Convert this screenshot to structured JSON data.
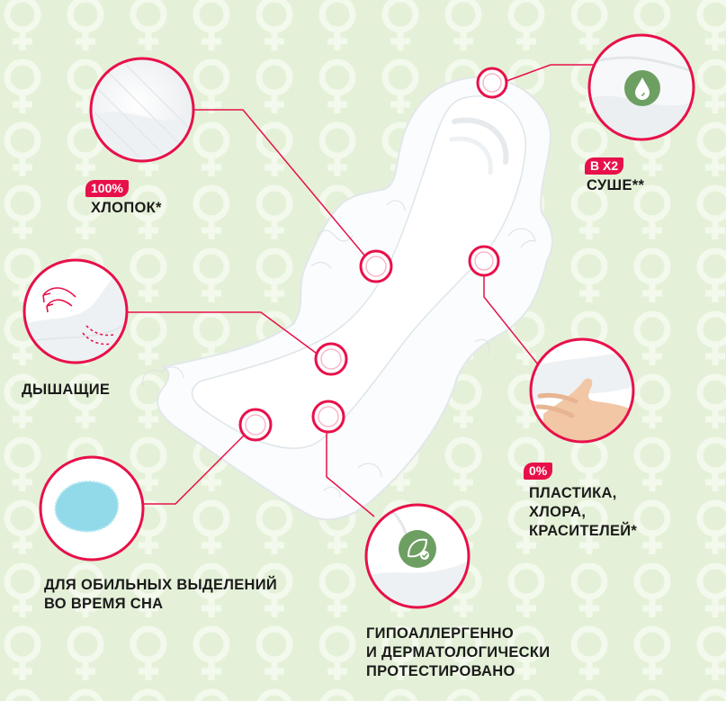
{
  "features": {
    "cotton": {
      "badge": "100%",
      "text": "ХЛОПОК*",
      "icon": "cotton-texture-closeup"
    },
    "dry": {
      "badge": "В Х2",
      "text": "СУШЕ**",
      "icon": "water-drop-icon"
    },
    "breathable": {
      "text": "ДЫШАЩИЕ",
      "icon": "airflow-arrows-icon"
    },
    "no_plastic": {
      "badge": "0%",
      "lines": [
        "ПЛАСТИКА,",
        "ХЛОРА,",
        "КРАСИТЕЛЕЙ*"
      ],
      "icon": "hand-touch-closeup"
    },
    "heavy_flow": {
      "lines": [
        "ДЛЯ ОБИЛЬНЫХ ВЫДЕЛЕНИЙ",
        "ВО ВРЕМЯ СНА"
      ],
      "icon": "absorbent-core-closeup"
    },
    "hypoallergenic": {
      "lines": [
        "ГИПОАЛЛЕРГЕННО",
        "И ДЕРМАТОЛОГИЧЕСКИ",
        "ПРОТЕСТИРОВАНО"
      ],
      "icon": "leaf-check-icon"
    }
  },
  "colors": {
    "accent": "#e8104a",
    "background": "#e4f1d8",
    "pattern": "#f3f9ec",
    "icon_green": "#6e9f62",
    "text": "#1b1b1b"
  }
}
